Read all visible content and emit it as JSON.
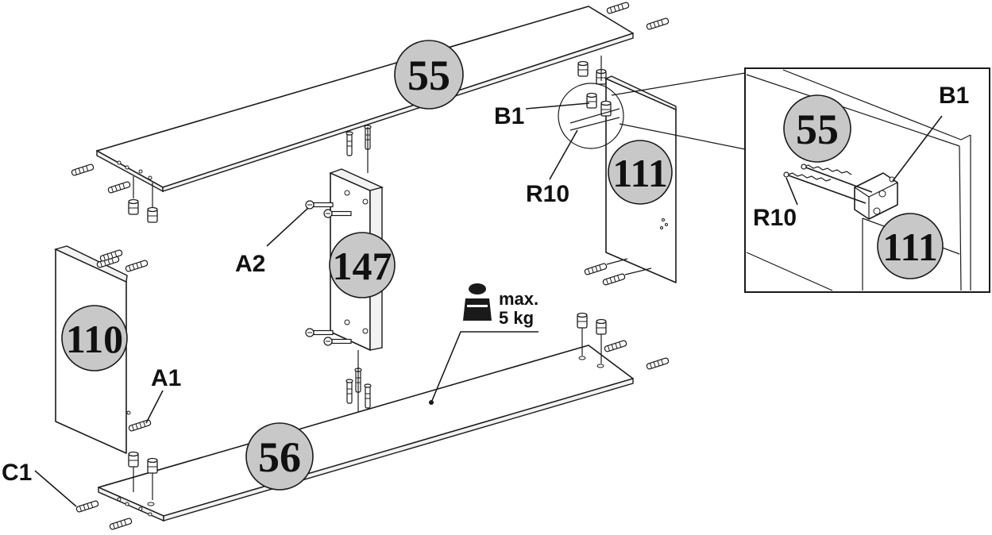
{
  "parts": {
    "top_shelf": "55",
    "right_side": "111",
    "left_side": "110",
    "divider": "147",
    "bottom_shelf": "56",
    "detail_top": "55",
    "detail_side": "111"
  },
  "hardware": {
    "b1": "B1",
    "r10": "R10",
    "a2": "A2",
    "a1": "A1",
    "c1": "C1",
    "detail_b1": "B1",
    "detail_r10": "R10"
  },
  "load_note": {
    "line1": "max.",
    "line2": "5 kg"
  },
  "colors": {
    "badge_fill": "#c8c8c8",
    "line": "#1a1a1a",
    "background": "#ffffff"
  }
}
